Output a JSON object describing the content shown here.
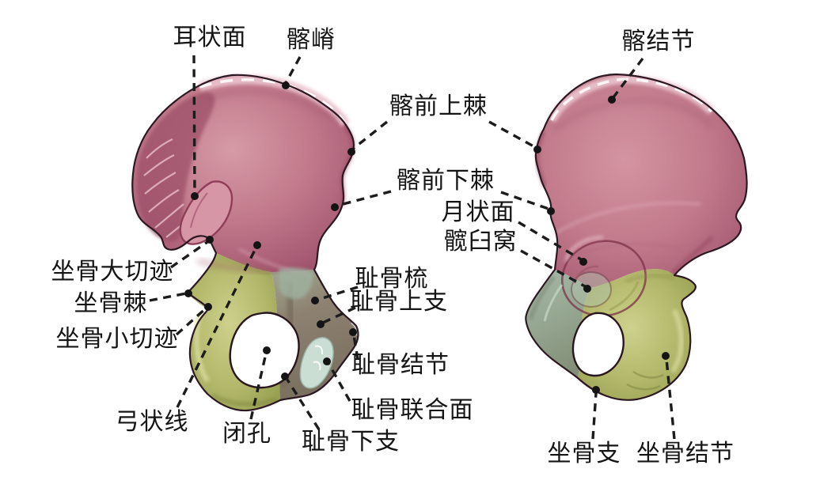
{
  "figure": {
    "type": "anatomical-diagram",
    "subject_labels_language": "zh-CN"
  },
  "colors": {
    "background": "#ffffff",
    "ilium_pink": "#c27b8c",
    "ischium_green": "#b2b76a",
    "pubis_left_gray": "#8a7e6c",
    "pubis_right_teal": "#93a38d",
    "symphysis_patch": "#cfe4da",
    "bone_outline": "#2c1822",
    "leader_line": "#1c1c1c",
    "label_text": "#151515"
  },
  "labels": {
    "auricular_surface": "耳状面",
    "iliac_crest": "髂嵴",
    "anterior_superior_iliac_spine": "髂前上棘",
    "anterior_inferior_iliac_spine": "髂前下棘",
    "lunate_surface": "月状面",
    "acetabular_fossa": "髋臼窝",
    "greater_sciatic_notch": "坐骨大切迹",
    "ischial_spine": "坐骨棘",
    "lesser_sciatic_notch": "坐骨小切迹",
    "arcuate_line": "弓状线",
    "obturator_foramen": "闭孔",
    "pecten_pubis": "耻骨梳",
    "superior_pubic_ramus": "耻骨上支",
    "pubic_tubercle": "耻骨结节",
    "symphysial_surface": "耻骨联合面",
    "inferior_pubic_ramus": "耻骨下支",
    "iliac_tubercle": "髂结节",
    "ischial_ramus": "坐骨支",
    "ischial_tuberosity": "坐骨结节"
  }
}
